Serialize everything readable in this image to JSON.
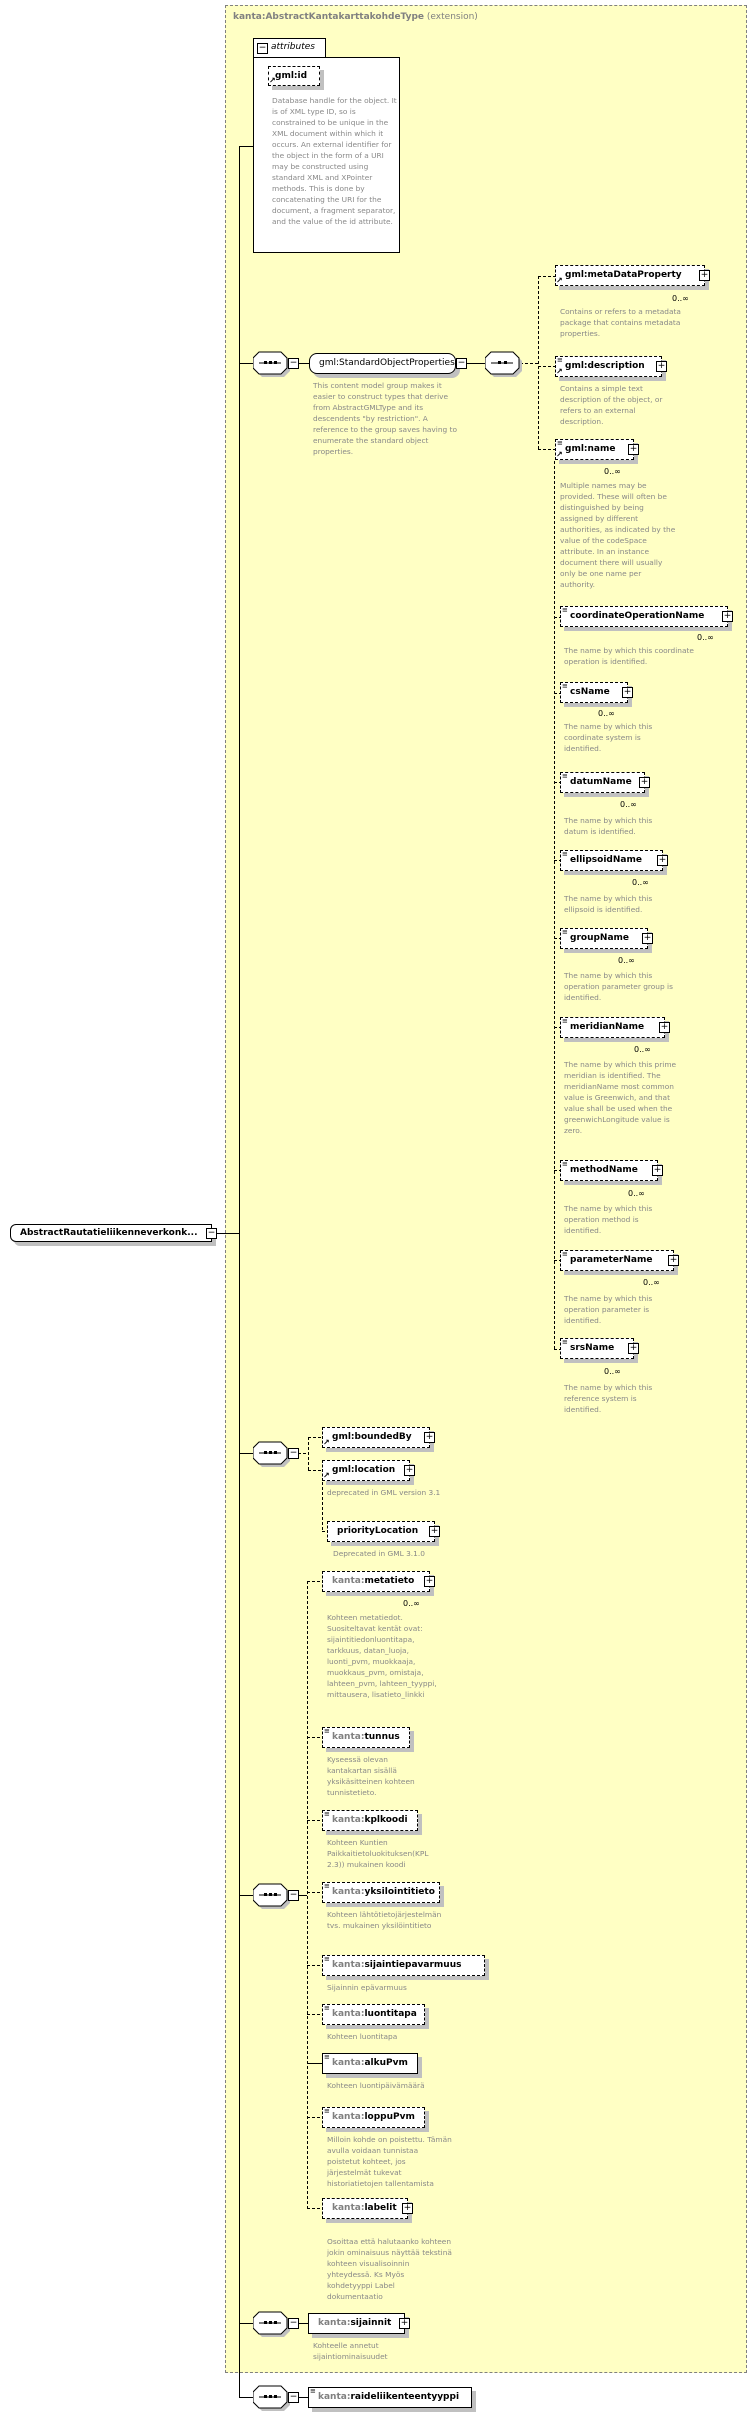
{
  "root": {
    "name": "AbstractRautatieliikenneverkonk..."
  },
  "type_header": {
    "name": "kanta:AbstractKantakarttakohdeType",
    "suffix": "(extension)"
  },
  "attributes": {
    "label": "attributes",
    "id_name": "gml:id",
    "id_desc": "Database handle for the object.  It is of XML type ID, so is constrained to be unique in the XML document within which it occurs.  An external identifier for the object in the form of a URI may be constructed using standard XML and XPointer methods.  This is done by concatenating the URI for the document, a fragment separator, and the value of the id attribute."
  },
  "standard_group": {
    "name": "gml:StandardObjectProperties",
    "desc": "This content model group makes it easier to construct types that derive from AbstractGMLType and its descendents \"by restriction\". A reference to the group saves having to enumerate the standard object properties."
  },
  "standard_elements": [
    {
      "name": "gml:metaDataProperty",
      "occurs": "0..∞",
      "desc": "Contains or refers to a metadata package that contains metadata properties."
    },
    {
      "name": "gml:description",
      "occurs": "",
      "desc": "Contains a simple text description of the object, or refers to an external description."
    },
    {
      "name": "gml:name",
      "occurs": "0..∞",
      "desc": "Multiple names may be provided.  These will often be distinguished by being assigned by different authorities, as indicated by the value of the codeSpace attribute.  In an instance document there will usually only be one name per authority."
    }
  ],
  "name_substitutes": [
    {
      "name": "coordinateOperationName",
      "occurs": "0..∞",
      "desc": "The name by which this coordinate operation is identified."
    },
    {
      "name": "csName",
      "occurs": "0..∞",
      "desc": "The name by which this coordinate system is identified."
    },
    {
      "name": "datumName",
      "occurs": "0..∞",
      "desc": "The name by which this datum is identified."
    },
    {
      "name": "ellipsoidName",
      "occurs": "0..∞",
      "desc": "The name by which this ellipsoid is identified."
    },
    {
      "name": "groupName",
      "occurs": "0..∞",
      "desc": "The name by which this operation parameter group is identified."
    },
    {
      "name": "meridianName",
      "occurs": "0..∞",
      "desc": "The name by which this prime meridian is identified. The meridianName most common value is Greenwich, and that value shall be used when the greenwichLongitude value is zero."
    },
    {
      "name": "methodName",
      "occurs": "0..∞",
      "desc": "The name by which this operation method is identified."
    },
    {
      "name": "parameterName",
      "occurs": "0..∞",
      "desc": "The name by which this operation parameter is identified."
    },
    {
      "name": "srsName",
      "occurs": "0..∞",
      "desc": "The name by which this reference system is identified."
    }
  ],
  "location_group": [
    {
      "name": "gml:boundedBy",
      "desc": ""
    },
    {
      "name": "gml:location",
      "desc": "deprecated in GML version 3.1"
    },
    {
      "name": "priorityLocation",
      "desc": "Deprecated in GML 3.1.0"
    }
  ],
  "kanta_prefix": "kanta:",
  "kanta_elements": [
    {
      "name": "metatieto",
      "occurs": "0..∞",
      "desc": "Kohteen metatiedot. Suositeltavat kentät ovat: sijaintitiedonluontitapa, tarkkuus, datan_luoja, luonti_pvm, muokkaaja, muokkaus_pvm, omistaja, lahteen_pvm, lahteen_tyyppi, mittausera, lisatieto_linkki"
    },
    {
      "name": "tunnus",
      "desc": "Kyseessä olevan kantakartan sisällä yksikäsitteinen kohteen tunnistetieto."
    },
    {
      "name": "kplkoodi",
      "desc": "Kohteen Kuntien Paikkaitietoluokituksen(KPL 2.3)) mukainen koodi"
    },
    {
      "name": "yksilointitieto",
      "desc": "Kohteen lähtötietojärjestelmän  tvs. mukainen yksilöintitieto"
    },
    {
      "name": "sijaintiepavarmuus",
      "desc": "Sijainnin epävarmuus"
    },
    {
      "name": "luontitapa",
      "desc": "Kohteen luontitapa"
    },
    {
      "name": "alkuPvm",
      "desc": "Kohteen luontipäivämäärä"
    },
    {
      "name": "loppuPvm",
      "desc": "Milloin kohde on poistettu. Tämän avulla voidaan tunnistaa poistetut kohteet, jos järjestelmät tukevat historiatietojen tallentamista"
    },
    {
      "name": "labelit",
      "desc": "Osoittaa että halutaanko kohteen jokin ominaisuus näyttää tekstinä kohteen visualisoinnin yhteydessä.  Ks Myös kohdetyyppi Label dokumentaatio"
    }
  ],
  "sijainnit": {
    "name": "sijainnit",
    "desc": "Kohteelle annetut sijaintiominaisuudet"
  },
  "raide": {
    "name": "raideliikenteentyyppi"
  },
  "icons": {
    "plus": "⊞",
    "minus": "⊟",
    "simple": "≡",
    "ref": "↗"
  }
}
